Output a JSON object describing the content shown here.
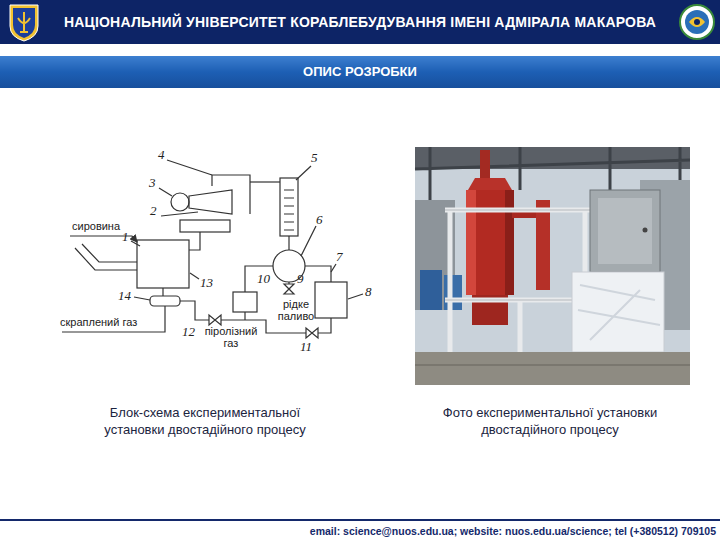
{
  "diagram": {
    "title": "ОПИС РОЗРОБКИ",
    "nodes": [
      {
        "text": [
          "НАЦІОНАЛЬНИЙ УНІВЕРСИТЕТ КОРАБЛЕБУДУВАННЯ ІМЕНІ АДМІРАЛА МАКАРОВА"
        ]
      }
    ],
    "labels": [
      "4",
      "3",
      "2",
      "сировина",
      "1",
      "5",
      "6",
      "7",
      "8",
      "10",
      "9",
      "13",
      "рідке паливо",
      "14",
      "скраплений газ",
      "12",
      "піролізний газ",
      "11",
      "Блок-схема експериментальної установки двостадійного процесу",
      "Фото експериментальної установки двостадійного процесу",
      "email: science@nuos.edu.ua; website: nuos.edu.ua/science; tel (+380512) 709105"
    ]
  }
}
